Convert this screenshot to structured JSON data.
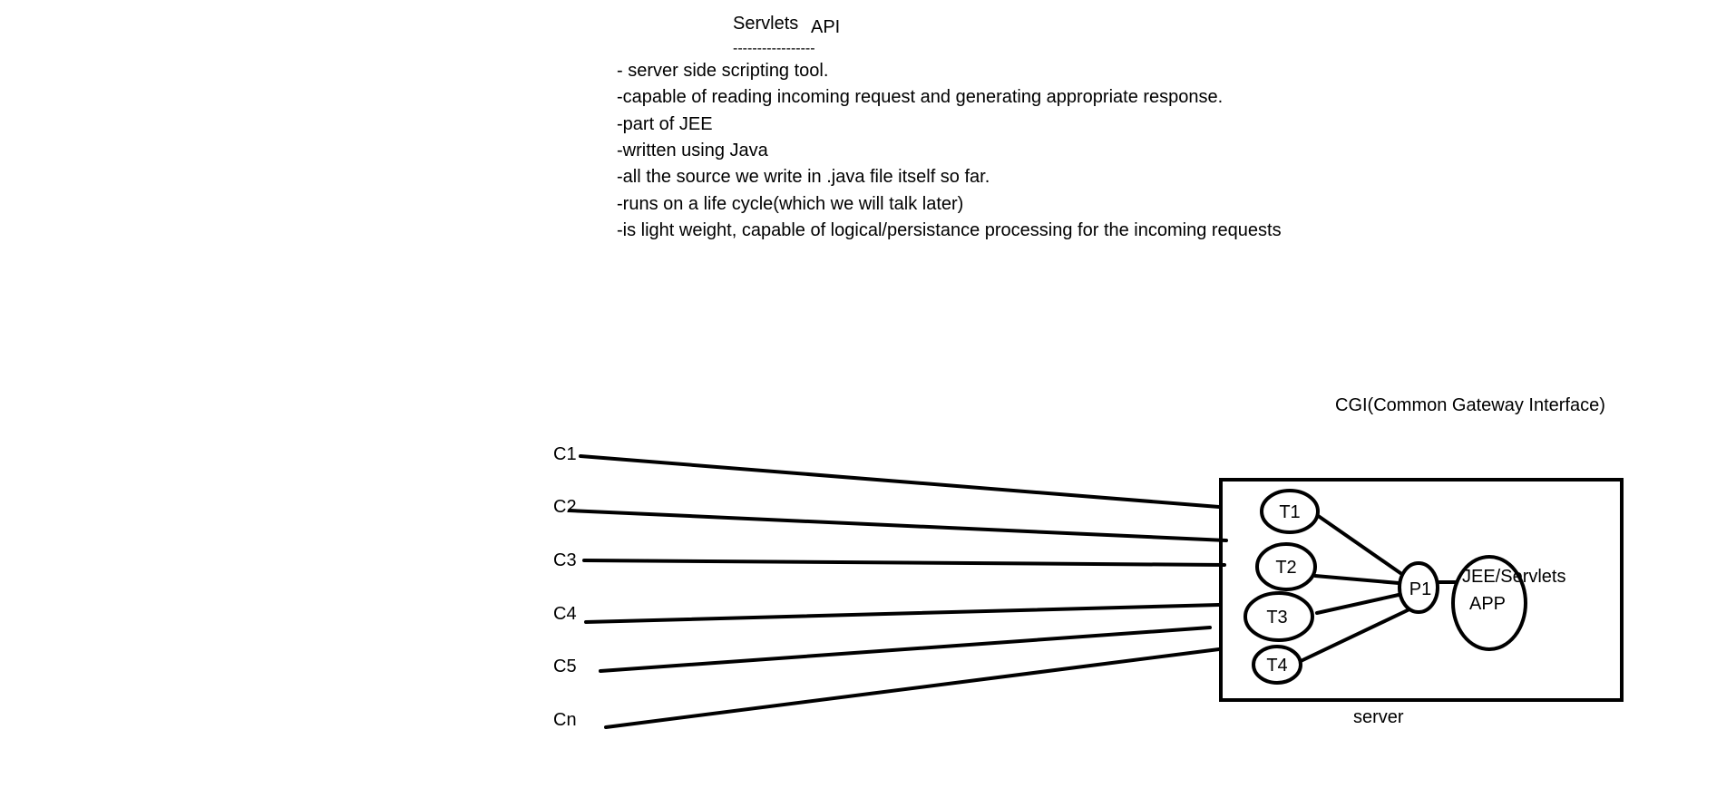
{
  "notes": {
    "title": "Servlets",
    "title_suffix": "API",
    "underline": "-----------------",
    "bullets": [
      "- server side scripting tool.",
      "-capable of reading incoming request and generating appropriate response.",
      "-part of JEE",
      "-written using Java",
      "-all the source we write in .java file itself so far.",
      "-runs on a life cycle(which we will talk later)",
      "-is light weight, capable of logical/persistance processing for the incoming requests"
    ]
  },
  "diagram": {
    "heading": "CGI(Common Gateway Interface)",
    "clients": [
      "C1",
      "C2",
      "C3",
      "C4",
      "C5",
      "Cn"
    ],
    "threads": [
      "T1",
      "T2",
      "T3",
      "T4"
    ],
    "process": "P1",
    "app_line1": "JEE/Servlets",
    "app_line2": "APP",
    "server_label": "server"
  }
}
